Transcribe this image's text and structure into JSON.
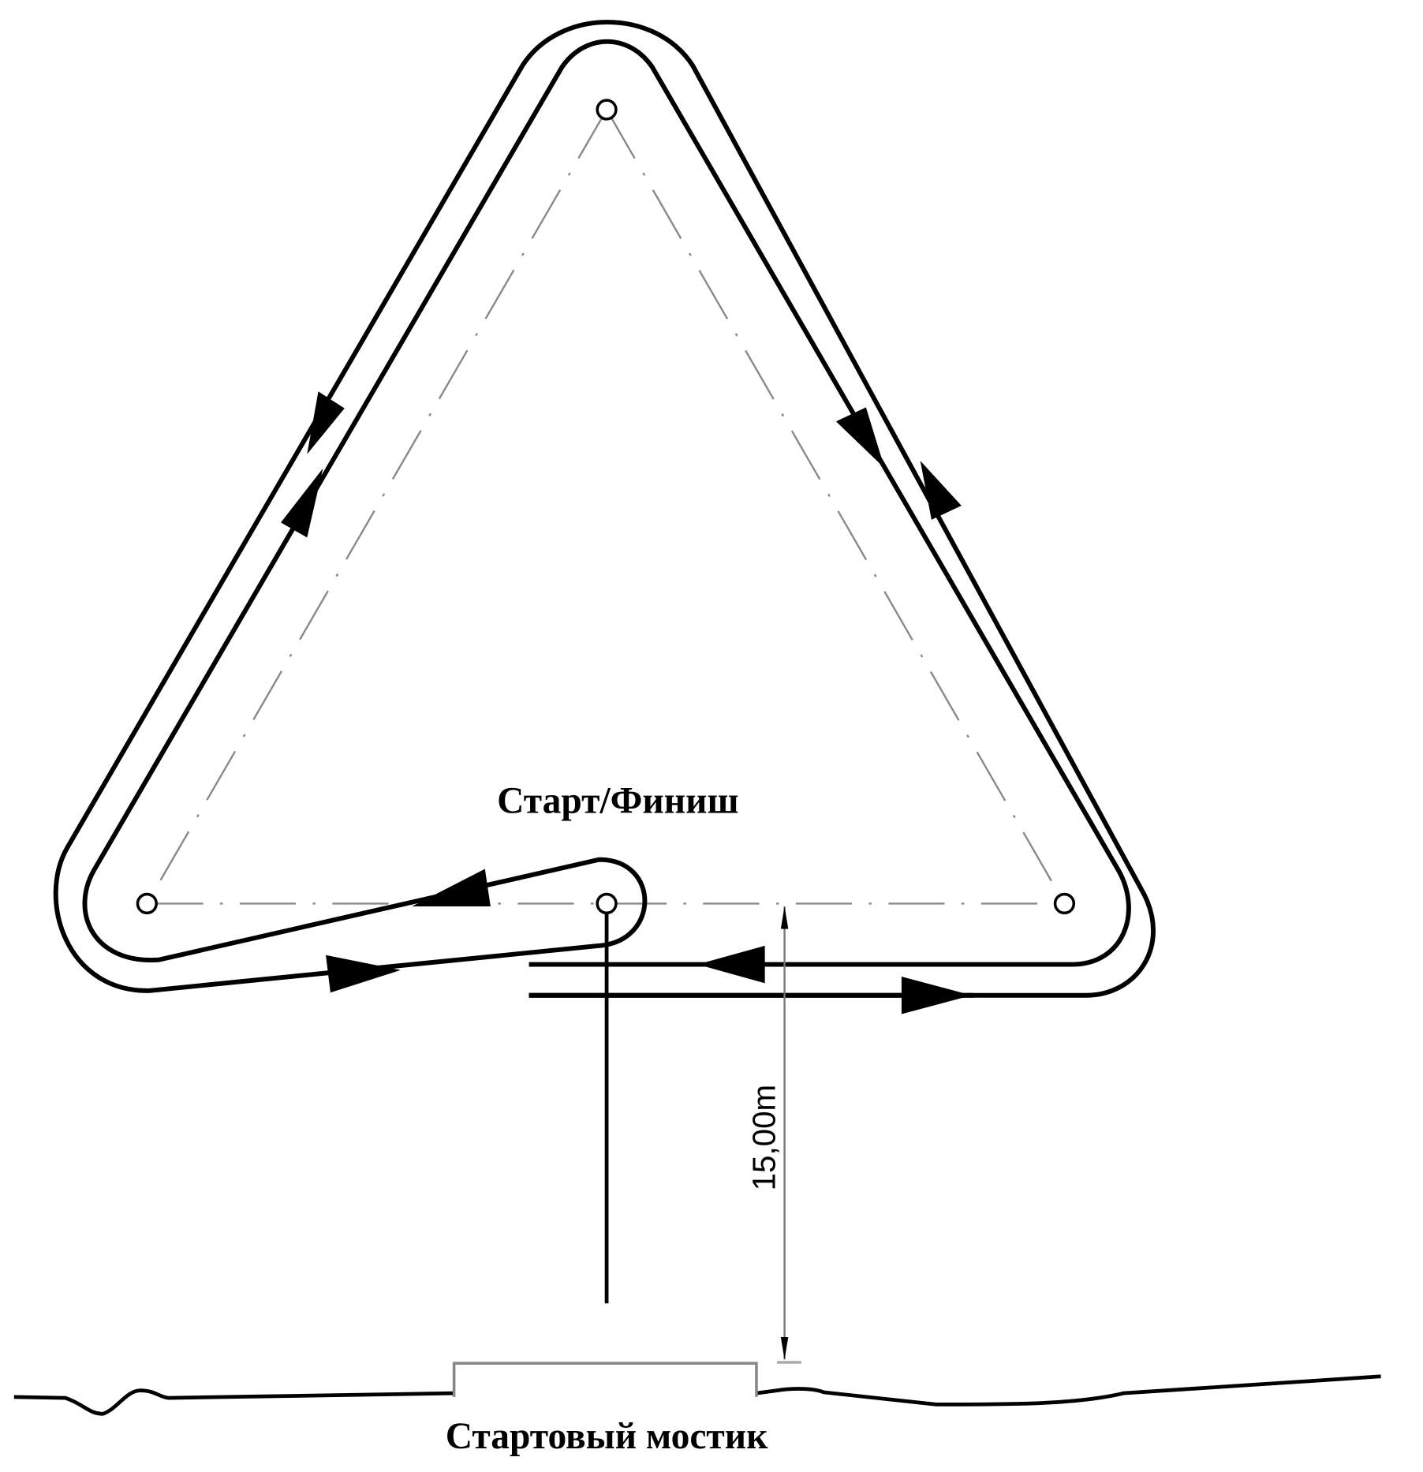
{
  "labels": {
    "start_finish": "Старт/Финиш",
    "start_bridge": "Стартовый мостик",
    "distance": "15,00m"
  },
  "colors": {
    "track": "#000000",
    "guide": "#808080"
  }
}
